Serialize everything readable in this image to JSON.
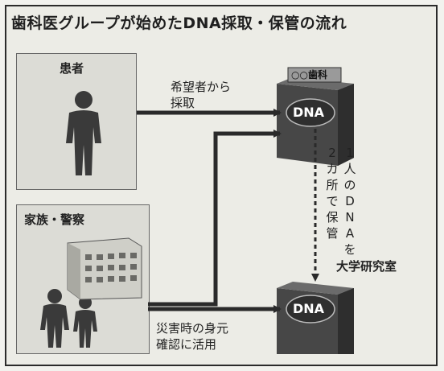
{
  "title": "歯科医グループが始めたDNA採取・保管の流れ",
  "patient": {
    "label": "患者"
  },
  "family_police": {
    "label": "家族・警察"
  },
  "clinic": {
    "sign": "○○歯科",
    "dna_label": "DNA"
  },
  "university": {
    "label": "大学研究室",
    "dna_label": "DNA"
  },
  "arrow_notes": {
    "top_line1": "希望者から",
    "top_line2": "採取",
    "bottom_line1": "災害時の身元",
    "bottom_line2": "確認に活用"
  },
  "storage_note": {
    "col1": "2カ所で保管",
    "col2": "1人のDNAを"
  },
  "colors": {
    "arrow": "#2a2a2a",
    "building": "#3e3e3e",
    "person": "#3a3a3a",
    "dna_oval": "#2f2f2f"
  }
}
